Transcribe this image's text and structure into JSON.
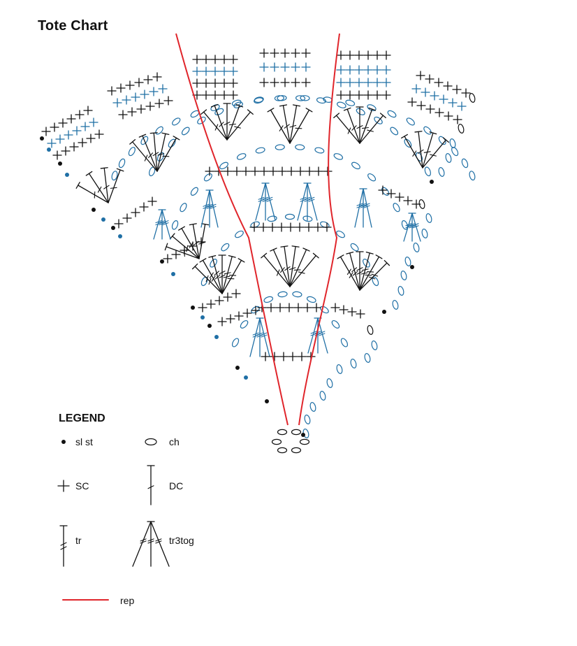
{
  "header": {
    "title": "Tote Chart"
  },
  "legend": {
    "title": "LEGEND",
    "items": [
      {
        "key": "sl-st",
        "label": "sl st"
      },
      {
        "key": "ch",
        "label": "ch"
      },
      {
        "key": "sc",
        "label": "SC"
      },
      {
        "key": "dc",
        "label": "DC"
      },
      {
        "key": "tr",
        "label": "tr"
      },
      {
        "key": "tr3tog",
        "label": "tr3tog"
      },
      {
        "key": "rep",
        "label": "rep"
      }
    ]
  },
  "colors": {
    "ink": "#111111",
    "accent_blue": "#1f6fa5",
    "rep_line": "#e0252b"
  }
}
